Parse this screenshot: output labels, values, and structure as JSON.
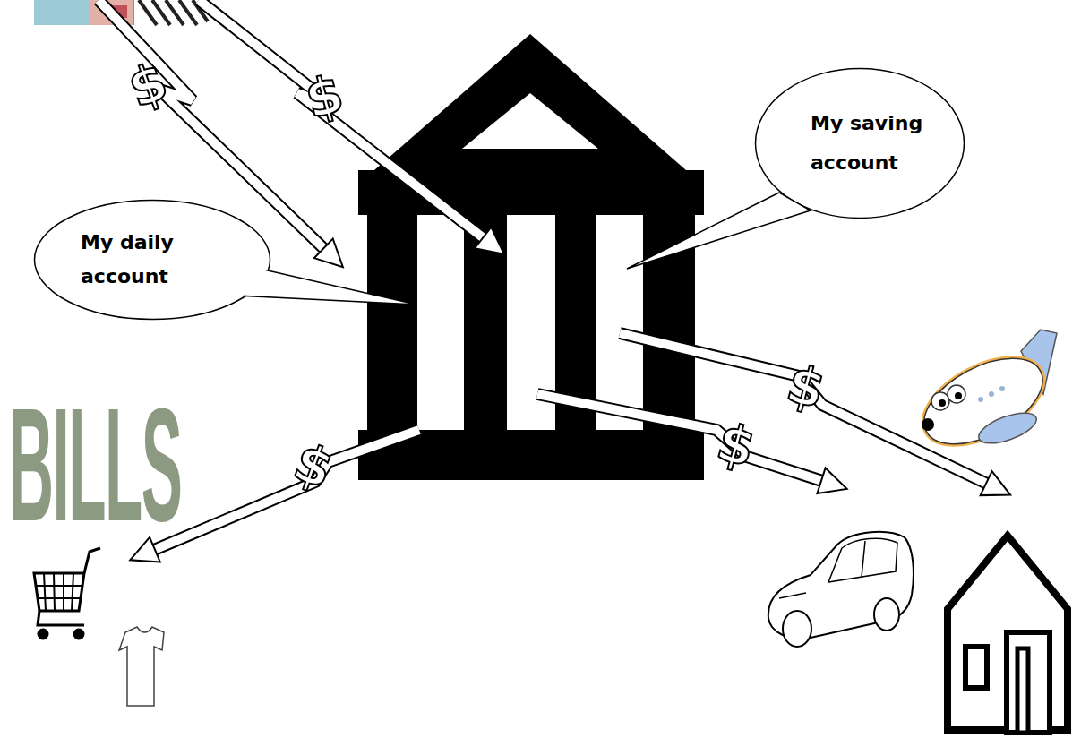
{
  "diagram": {
    "nodes": [
      {
        "text": [
          "My daily account"
        ]
      },
      {
        "text": [
          "My saving account"
        ]
      }
    ],
    "labels": [
      "$",
      "$",
      "$",
      "$",
      "$",
      "BILLS"
    ]
  }
}
